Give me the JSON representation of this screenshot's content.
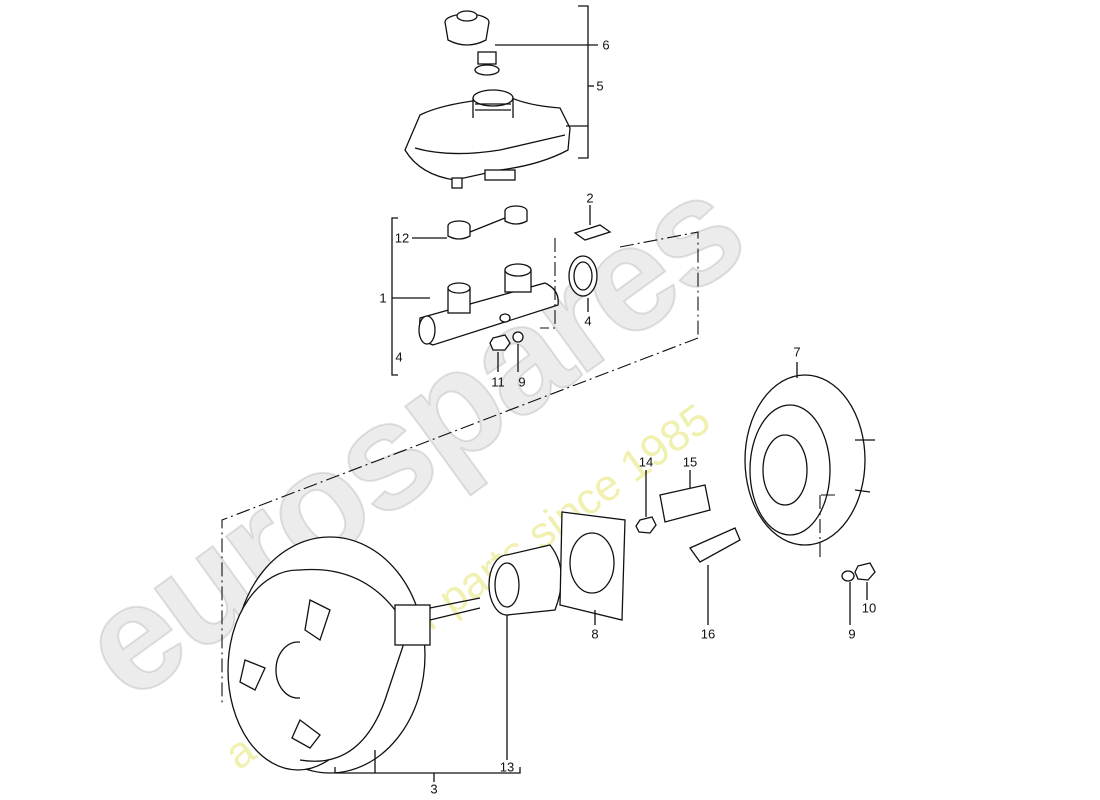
{
  "watermark": {
    "brand": "eurospares",
    "tagline": "a passion for parts since 1985"
  },
  "callouts": [
    {
      "id": "c6",
      "text": "6"
    },
    {
      "id": "c5",
      "text": "5"
    },
    {
      "id": "c2",
      "text": "2"
    },
    {
      "id": "c12",
      "text": "12"
    },
    {
      "id": "c1",
      "text": "1"
    },
    {
      "id": "c4a",
      "text": "4"
    },
    {
      "id": "c4b",
      "text": "4"
    },
    {
      "id": "c11",
      "text": "11"
    },
    {
      "id": "c9a",
      "text": "9"
    },
    {
      "id": "c7",
      "text": "7"
    },
    {
      "id": "c14",
      "text": "14"
    },
    {
      "id": "c15",
      "text": "15"
    },
    {
      "id": "c8",
      "text": "8"
    },
    {
      "id": "c16",
      "text": "16"
    },
    {
      "id": "c9b",
      "text": "9"
    },
    {
      "id": "c10",
      "text": "10"
    },
    {
      "id": "c13",
      "text": "13"
    },
    {
      "id": "c3",
      "text": "3"
    }
  ]
}
